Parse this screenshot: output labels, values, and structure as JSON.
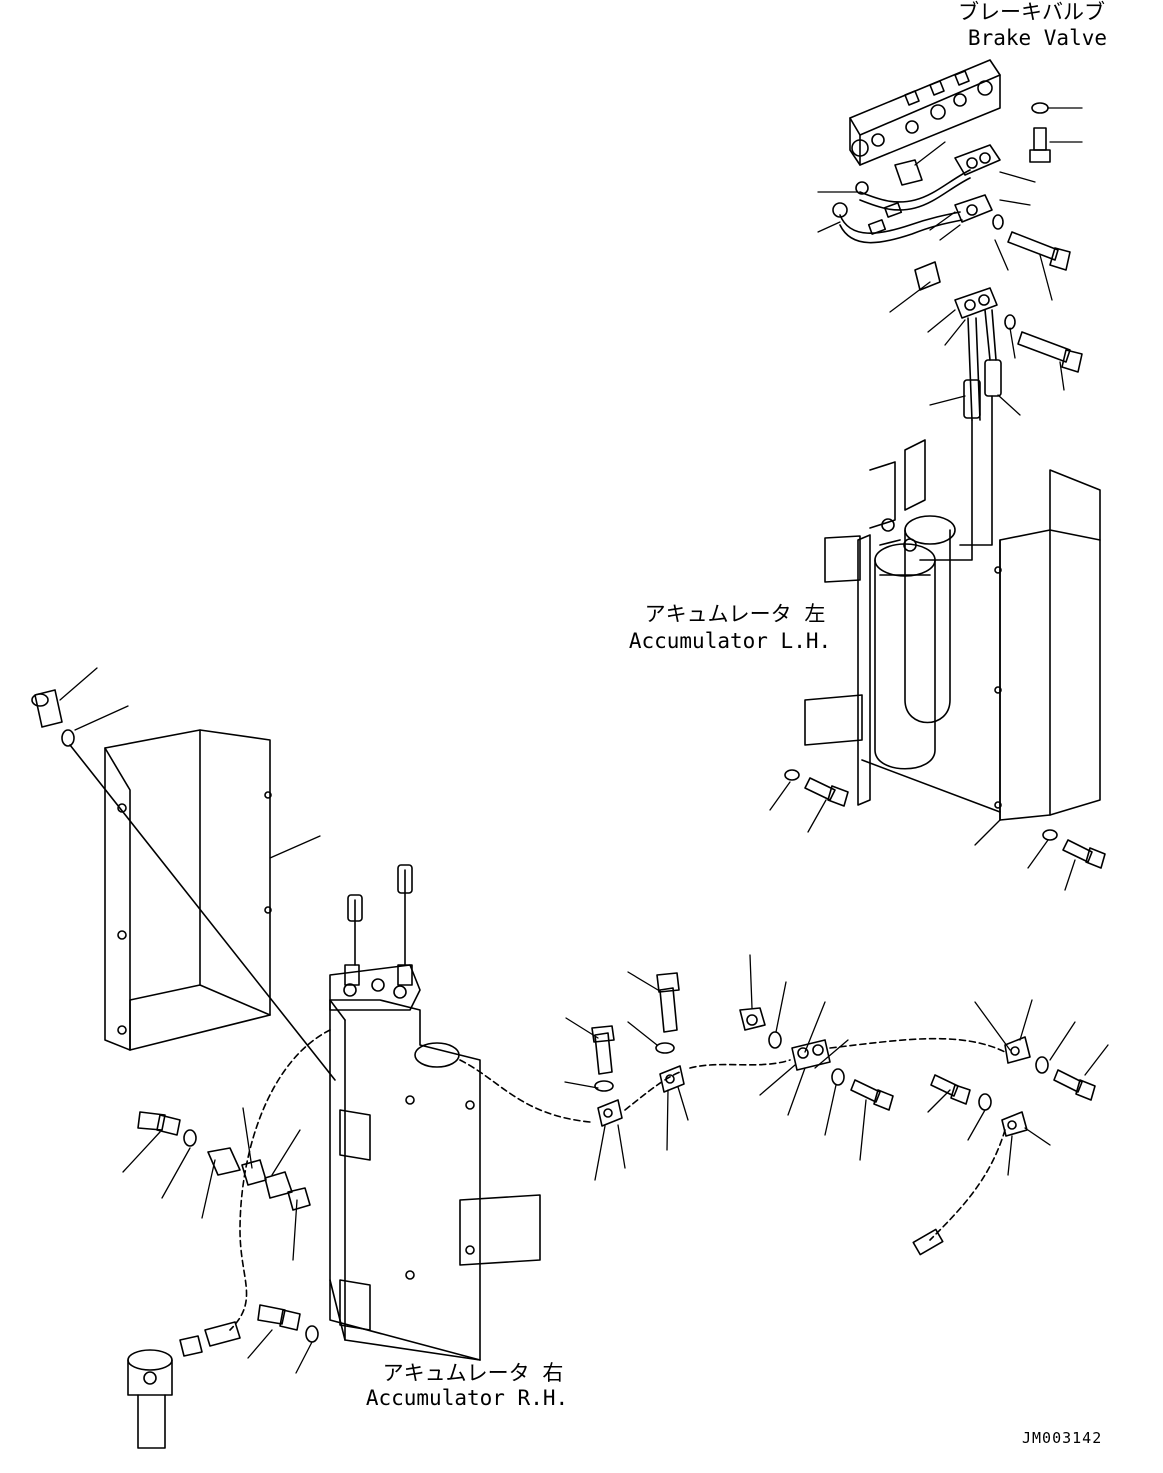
{
  "labels": {
    "brake_valve_jp": "ブレーキバルブ",
    "brake_valve_en": "Brake Valve",
    "acc_lh_jp": "アキュムレータ 左",
    "acc_lh_en": "Accumulator L.H.",
    "acc_rh_jp": "アキュムレータ 右",
    "acc_rh_en": "Accumulator R.H.",
    "drawing_code": "JM003142"
  },
  "colors": {
    "line": "#000000",
    "background": "#ffffff"
  }
}
